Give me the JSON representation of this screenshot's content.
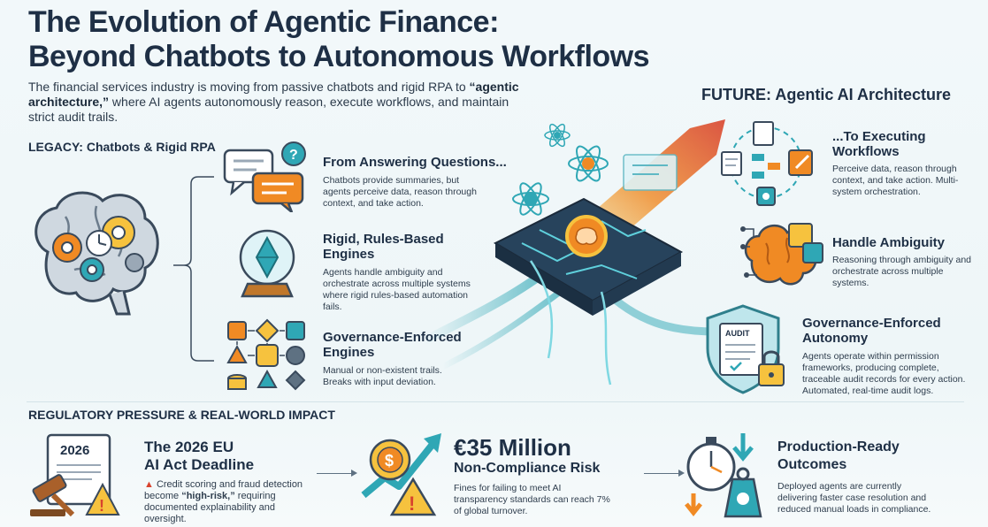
{
  "title": {
    "line1": "The Evolution of Agentic Finance:",
    "line2": "Beyond Chatbots to Autonomous Workflows"
  },
  "intro": {
    "part1": "The financial services industry is moving from passive chatbots and rigid RPA to ",
    "emphasis": "“agentic architecture,”",
    "part2": " where AI agents autonomously reason, execute workflows, and maintain strict audit trails."
  },
  "legacy": {
    "heading": "LEGACY: Chatbots & Rigid RPA",
    "items": [
      {
        "title": "From Answering Questions...",
        "desc": "Chatbots provide summaries, but agents perceive data, reason through context, and take action."
      },
      {
        "title": "Rigid, Rules-Based Engines",
        "desc": "Agents handle ambiguity and orchestrate across multiple systems where rigid rules-based automation fails."
      },
      {
        "title": "Governance-Enforced Engines",
        "desc": "Manual or non-existent trails. Breaks with input deviation."
      }
    ]
  },
  "future": {
    "heading": "FUTURE: Agentic AI Architecture",
    "items": [
      {
        "title": "...To Executing Workflows",
        "desc": "Perceive data, reason through context, and take action. Multi-system orchestration."
      },
      {
        "title": "Handle Ambiguity",
        "desc": "Reasoning through ambiguity and orchestrate across multiple systems."
      },
      {
        "title": "Governance-Enforced Autonomy",
        "desc": "Agents operate within permission frameworks, producing complete, traceable audit records for every action. Automated, real-time audit logs."
      }
    ]
  },
  "impact": {
    "heading": "REGULATORY PRESSURE & REAL-WORLD IMPACT",
    "deadline": {
      "year": "2026",
      "title_line1": "The 2026 EU",
      "title_line2": "AI Act Deadline",
      "desc_part1": "Credit scoring and fraud detection become ",
      "desc_emph": "“high-risk,”",
      "desc_part2": " requiring documented explainability and oversight."
    },
    "fine": {
      "amount": "€35 Million",
      "subtitle": "Non-Compliance Risk",
      "desc": "Fines for failing to meet AI transparency standards can reach 7% of global turnover."
    },
    "outcome": {
      "title_line1": "Production-Ready",
      "title_line2": "Outcomes",
      "desc": "Deployed agents are currently delivering faster case resolution and reduced manual loads in compliance."
    }
  },
  "labels": {
    "audit": "AUDIT",
    "dollar": "$"
  },
  "colors": {
    "navy": "#1e2f45",
    "orange": "#f08a24",
    "teal": "#2fa7b5",
    "red": "#d8432e",
    "yellow": "#f6c23e"
  }
}
